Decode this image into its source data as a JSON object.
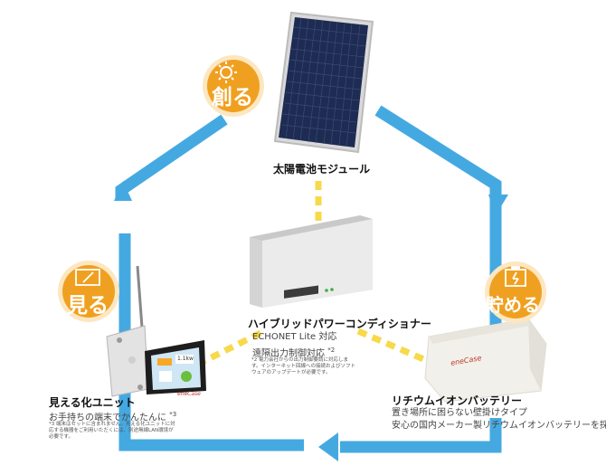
{
  "colors": {
    "house_outline": "#45a9e1",
    "connector": "#f7d94a",
    "badge": "#f0a020",
    "badge_ring": "#fde7c1"
  },
  "badges": {
    "create": {
      "label": "創る",
      "icon": "sun-icon"
    },
    "see": {
      "label": "見る",
      "icon": "display-icon"
    },
    "store": {
      "label": "貯める",
      "icon": "battery-icon"
    }
  },
  "solar": {
    "title": "太陽電池モジュール"
  },
  "inverter": {
    "title": "ハイブリッドパワーコンディショナー",
    "line1": "ECHONET Lite 対応",
    "line2": "遠隔出力制御対応",
    "line2_ref": "*2",
    "note": "*2 電力会社からの出力制御要請に対応します。インターネット回線への接続およびソフトウェアのアップデートが必要です。"
  },
  "monitor": {
    "title": "見える化ユニット",
    "desc": "お手持ちの端末でかんたんに",
    "desc_ref": "*3",
    "note": "*3 端末はセットに含まれません。見える化ユニットに対応する機器をご利用いただくには、別途無線LAN環境が必要です。",
    "screen_text": "1.1kw",
    "logo": "eneCase"
  },
  "battery": {
    "title": "リチウムイオンバッテリー",
    "line1": "置き場所に困らない壁掛けタイプ",
    "line2": "安心の国内メーカー製リチウムイオンバッテリーを採用",
    "logo": "eneCase"
  }
}
